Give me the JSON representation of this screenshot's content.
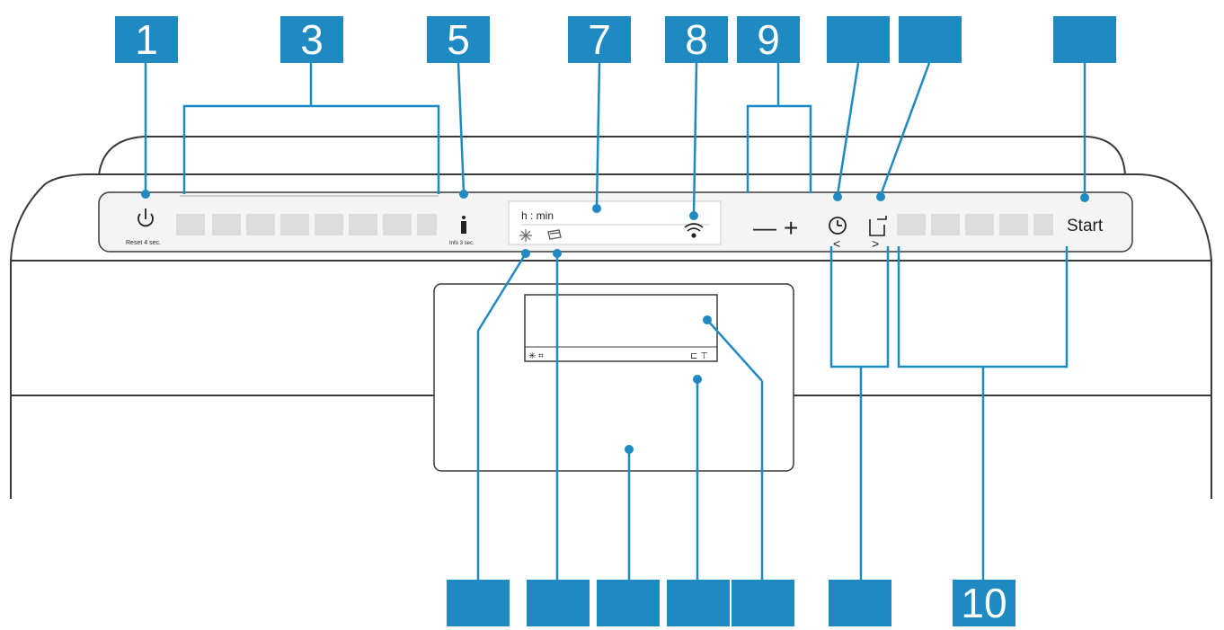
{
  "callouts": {
    "c1": "1",
    "c3": "3",
    "c5": "5",
    "c7": "7",
    "c8": "8",
    "c9": "9",
    "c10": "10",
    "top_blank_1": "",
    "top_blank_2": "",
    "top_blank_3": "",
    "bottom_blank_1": "",
    "bottom_blank_2": "",
    "bottom_blank_3": "",
    "bottom_blank_4": "",
    "bottom_blank_5": "",
    "bottom_blank_6": ""
  },
  "panel": {
    "power_label": "Reset 4 sec.",
    "info_label": "Info 3 sec.",
    "time_label": "h : min",
    "minus_symbol": "—",
    "plus_symbol": "+",
    "left_arrow": "<",
    "right_arrow": ">",
    "start_label": "Start"
  },
  "colors": {
    "callout": "#1f8ac2",
    "outline": "#3a3a3a",
    "panel_fill": "#f4f4f4",
    "button_fill": "#dcdcdc",
    "leader": "#1f8ac2"
  },
  "icons": [
    "power-icon",
    "info-icon",
    "wifi-icon",
    "rinse-aid-icon",
    "salt-icon",
    "clock-icon",
    "remote-start-icon"
  ]
}
